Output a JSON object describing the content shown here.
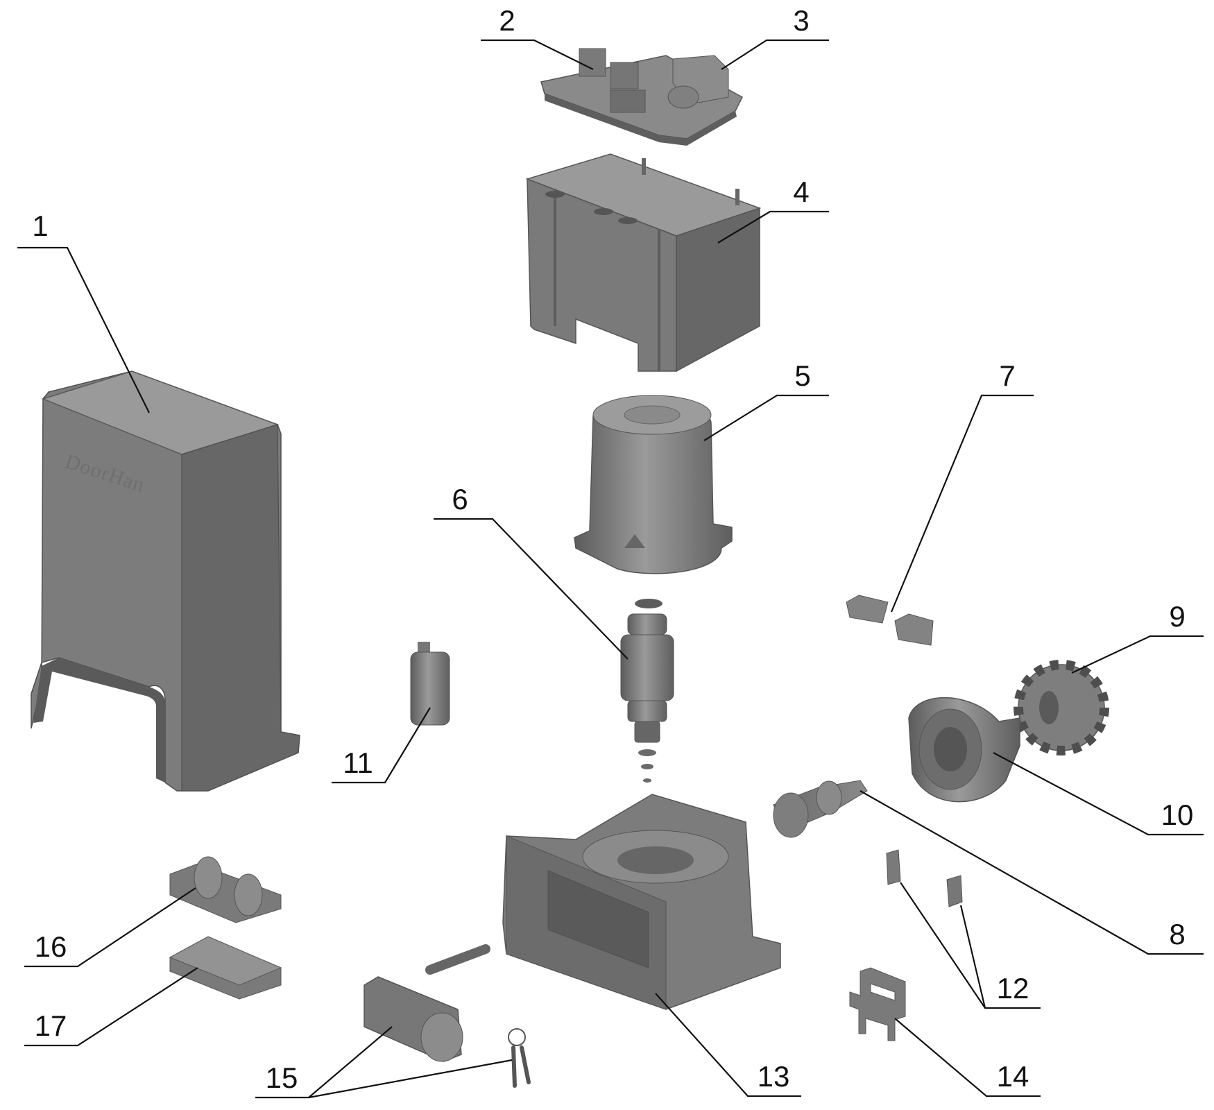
{
  "brand_text": "DoorHan",
  "colors": {
    "part_fill": "#7a7a7a",
    "part_light": "#979797",
    "part_dark": "#555555",
    "line": "#111111"
  },
  "parts": [
    {
      "id": "1",
      "label": "1"
    },
    {
      "id": "2",
      "label": "2"
    },
    {
      "id": "3",
      "label": "3"
    },
    {
      "id": "4",
      "label": "4"
    },
    {
      "id": "5",
      "label": "5"
    },
    {
      "id": "6",
      "label": "6"
    },
    {
      "id": "7",
      "label": "7"
    },
    {
      "id": "8",
      "label": "8"
    },
    {
      "id": "9",
      "label": "9"
    },
    {
      "id": "10",
      "label": "10"
    },
    {
      "id": "11",
      "label": "11"
    },
    {
      "id": "12",
      "label": "12"
    },
    {
      "id": "13",
      "label": "13"
    },
    {
      "id": "14",
      "label": "14"
    },
    {
      "id": "15",
      "label": "15"
    },
    {
      "id": "16",
      "label": "16"
    },
    {
      "id": "17",
      "label": "17"
    }
  ]
}
